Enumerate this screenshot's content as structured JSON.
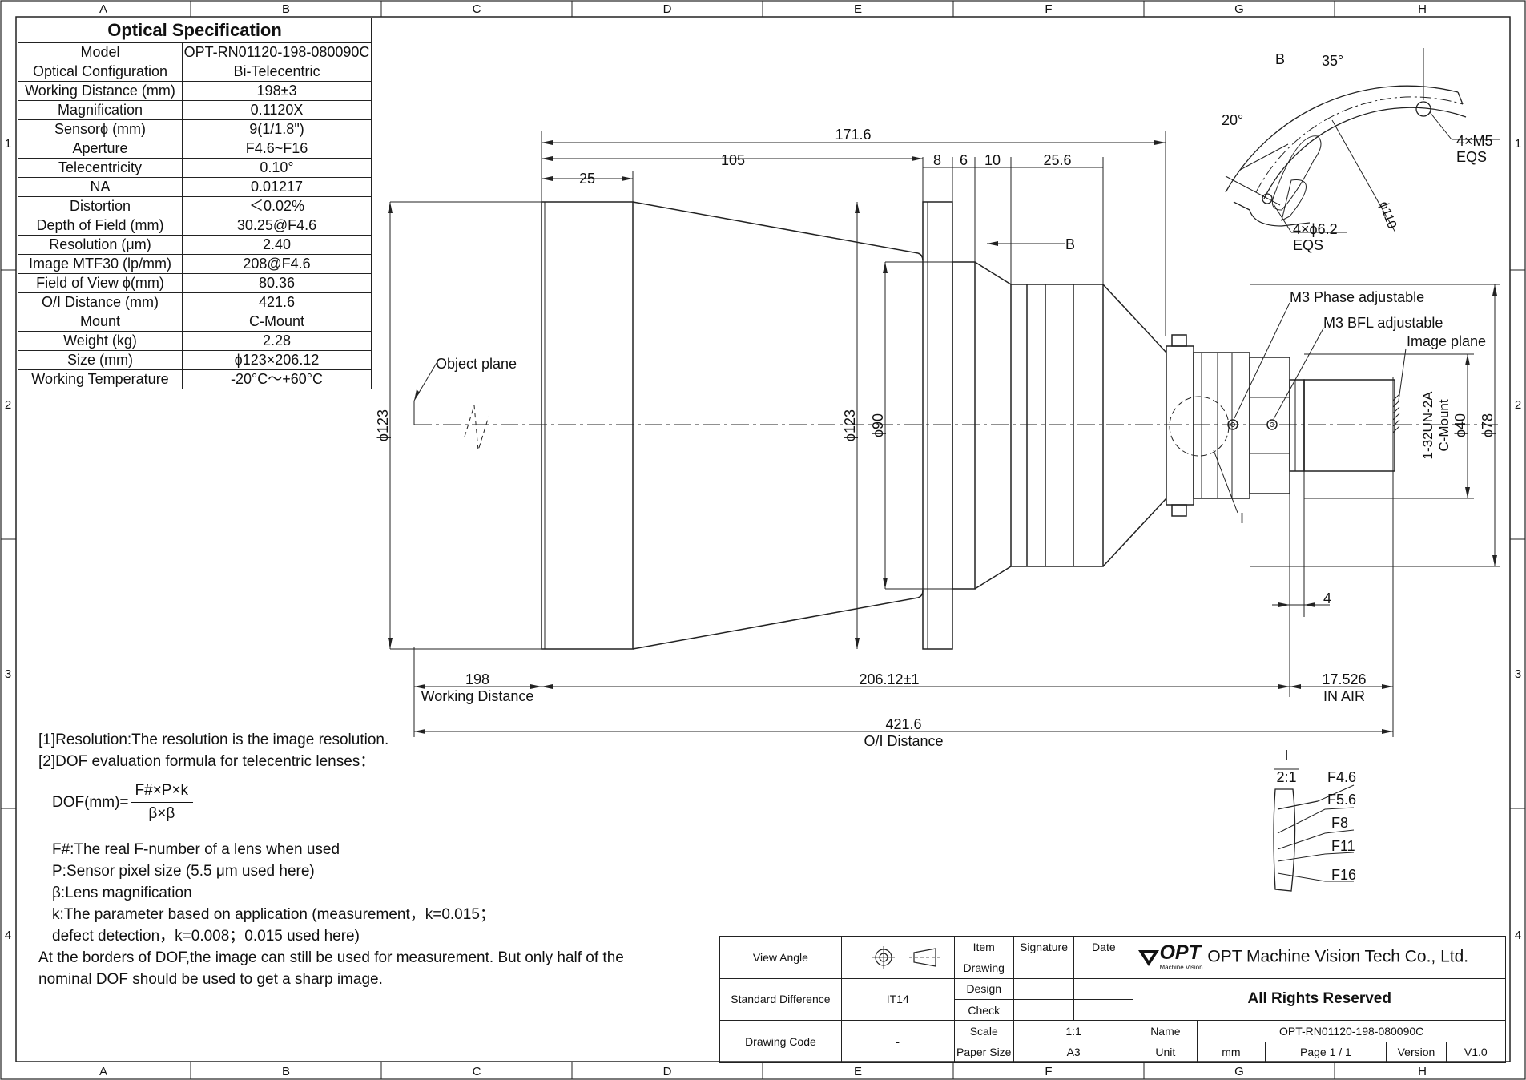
{
  "grid": {
    "cols": [
      "A",
      "B",
      "C",
      "D",
      "E",
      "F",
      "G",
      "H"
    ],
    "rows": [
      "1",
      "2",
      "3",
      "4"
    ]
  },
  "spec": {
    "title": "Optical Specification",
    "rows": [
      [
        "Model",
        "OPT-RN01120-198-080090C"
      ],
      [
        "Optical Configuration",
        "Bi-Telecentric"
      ],
      [
        "Working Distance (mm)",
        "198±3"
      ],
      [
        "Magnification",
        "0.1120X"
      ],
      [
        "Sensorϕ (mm)",
        "9(1/1.8\")"
      ],
      [
        "Aperture",
        "F4.6~F16"
      ],
      [
        "Telecentricity",
        "0.10°"
      ],
      [
        "NA",
        "0.01217"
      ],
      [
        "Distortion",
        "＜0.02%"
      ],
      [
        "Depth of Field (mm)",
        "30.25@F4.6"
      ],
      [
        "Resolution (μm)",
        "2.40"
      ],
      [
        "Image MTF30 (lp/mm)",
        "208@F4.6"
      ],
      [
        "Field of View ϕ(mm)",
        "80.36"
      ],
      [
        "O/I Distance (mm)",
        "421.6"
      ],
      [
        "Mount",
        "C-Mount"
      ],
      [
        "Weight (kg)",
        "2.28"
      ],
      [
        "Size (mm)",
        "ϕ123×206.12"
      ],
      [
        "Working Temperature",
        "-20°C～+60°C"
      ]
    ]
  },
  "drawing": {
    "dims": {
      "d171": "171.6",
      "d105": "105",
      "d25": "25",
      "d8": "8",
      "d6": "6",
      "d10": "10",
      "d25_6": "25.6",
      "d4": "4",
      "d198": "198",
      "working_distance": "Working Distance",
      "d206": "206.12±1",
      "d17": "17.526",
      "in_air": "IN AIR",
      "d421": "421.6",
      "oi_distance": "O/I Distance",
      "phi123_left": "ϕ123",
      "phi123_mid": "ϕ123",
      "phi90": "ϕ90",
      "phi40": "ϕ40",
      "phi78": "ϕ78",
      "thread": "1-32UN-2A",
      "cmount": "C-Mount"
    },
    "labels": {
      "object_plane": "Object plane",
      "image_plane": "Image plane",
      "phase": "M3 Phase adjustable",
      "bfl": "M3 BFL adjustable",
      "view_b": "B",
      "detail_i": "I",
      "view_b_title": "B",
      "ang35": "35°",
      "ang20": "20°",
      "m5": "4×M5",
      "eqs1": "EQS",
      "hole62": "4×ϕ6.2",
      "eqs2": "EQS",
      "phi110": "ϕ110",
      "detail_title": "I",
      "detail_scale": "2:1"
    },
    "fstops": [
      "F4.6",
      "F5.6",
      "F8",
      "F11",
      "F16"
    ]
  },
  "notes": {
    "n1": "[1]Resolution:The resolution is  the image resolution.",
    "n2": "[2]DOF evaluation formula for telecentric lenses：",
    "formula_lhs": "DOF(mm)=",
    "formula_num": "F#×P×k",
    "formula_den": "β×β",
    "f1": "F#:The real F-number of a lens when used",
    "f2": "P:Sensor pixel size (5.5 μm used here)",
    "f3": "β:Lens magnification",
    "f4": "k:The parameter based on application (measurement，k=0.015；",
    "f5": "defect detection，k=0.008；0.015 used here)",
    "f6": "At the borders of DOF,the image can still be used for measurement. But only half of the",
    "f7": "nominal DOF should be used to get a sharp image."
  },
  "titleblock": {
    "view_angle": "View Angle",
    "std_diff": "Standard Difference",
    "std_val": "IT14",
    "drawing_code": "Drawing Code",
    "code_val": "-",
    "item": "Item",
    "signature": "Signature",
    "date": "Date",
    "drawing": "Drawing",
    "design": "Design",
    "check": "Check",
    "scale": "Scale",
    "scale_val": "1:1",
    "paper": "Paper Size",
    "paper_val": "A3",
    "logo": "OPT",
    "logo_sub": "Machine Vision",
    "company": "OPT Machine Vision Tech Co., Ltd.",
    "rights": "All Rights Reserved",
    "name": "Name",
    "name_val": "OPT-RN01120-198-080090C",
    "unit": "Unit",
    "unit_val": "mm",
    "page_label": "Page",
    "page_val": "1 / 1",
    "version": "Version",
    "version_val": "V1.0"
  }
}
